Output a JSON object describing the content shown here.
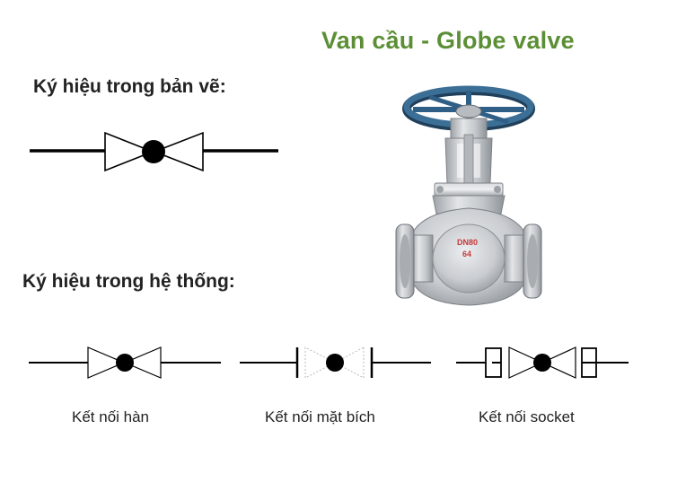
{
  "title": "Van cầu - Globe valve",
  "drawing_symbol_heading": "Ký hiệu trong bản vẽ:",
  "system_symbol_heading": "Ký hiệu trong hệ thống:",
  "connections": [
    {
      "label": "Kết nối hàn"
    },
    {
      "label": "Kết nối mặt bích"
    },
    {
      "label": "Kết nối socket"
    }
  ],
  "valve_photo": {
    "body_markings": [
      "DN80",
      "64"
    ],
    "colors": {
      "handwheel": "#2f5f86",
      "body": "#c9ccd0",
      "title": "#5c8f35"
    }
  }
}
